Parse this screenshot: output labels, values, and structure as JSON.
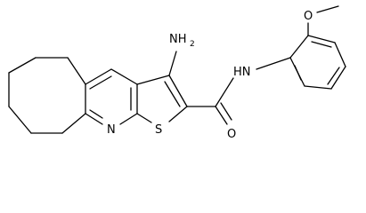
{
  "atoms": {
    "amino": "NH",
    "amino_sub": "2",
    "amide_nh": "HN",
    "methoxy_o": "O",
    "carbonyl_o": "O",
    "ring_n": "N",
    "ring_s": "S"
  }
}
